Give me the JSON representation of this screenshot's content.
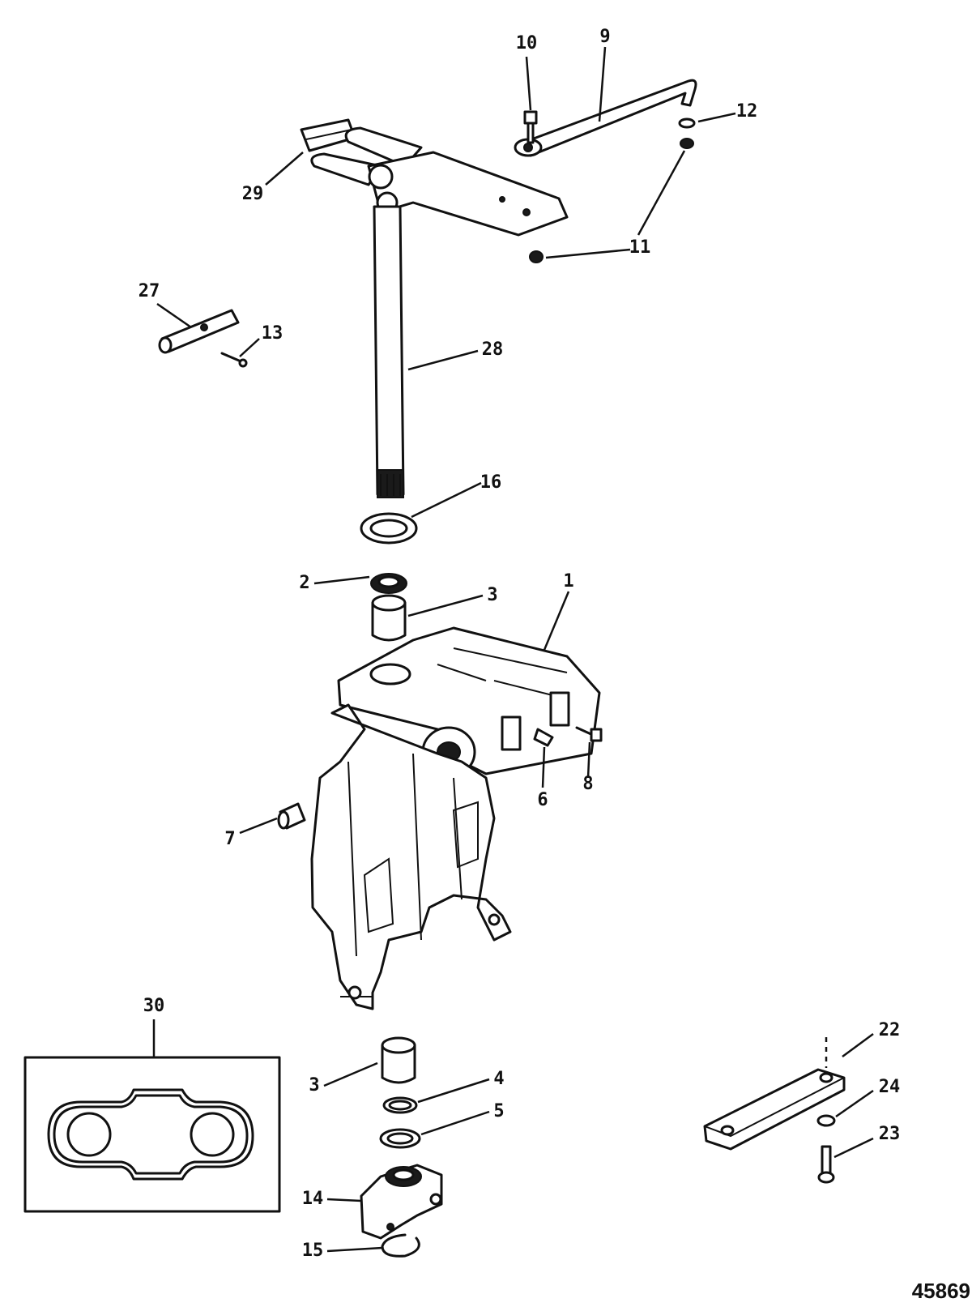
{
  "callouts": {
    "c1": "1",
    "c2": "2",
    "c3a": "3",
    "c3b": "3",
    "c4": "4",
    "c5": "5",
    "c6": "6",
    "c7": "7",
    "c8": "8",
    "c9": "9",
    "c10": "10",
    "c11a": "11",
    "c11b": "11",
    "c12": "12",
    "c13": "13",
    "c14": "14",
    "c15": "15",
    "c16": "16",
    "c22": "22",
    "c23": "23",
    "c24": "24",
    "c27": "27",
    "c28": "28",
    "c29": "29",
    "c30": "30"
  },
  "reference_number": "45869"
}
